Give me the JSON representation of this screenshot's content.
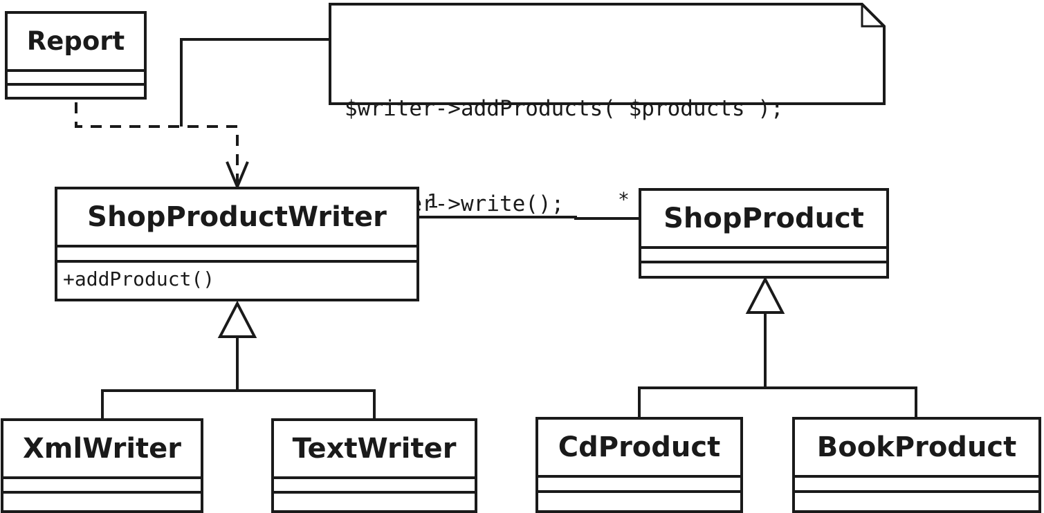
{
  "classes": {
    "report": {
      "name": "Report"
    },
    "shop_product_writer": {
      "name": "ShopProductWriter",
      "operation": "+addProduct()"
    },
    "shop_product": {
      "name": "ShopProduct"
    },
    "xml_writer": {
      "name": "XmlWriter"
    },
    "text_writer": {
      "name": "TextWriter"
    },
    "cd_product": {
      "name": "CdProduct"
    },
    "book_product": {
      "name": "BookProduct"
    }
  },
  "note": {
    "lines": [
      "$writer->addProducts( $products );",
      "$writer->write();"
    ]
  },
  "association": {
    "writer_multiplicity": "1",
    "product_multiplicity": "*"
  },
  "colors": {
    "stroke": "#1a1a1a",
    "background": "#ffffff"
  }
}
